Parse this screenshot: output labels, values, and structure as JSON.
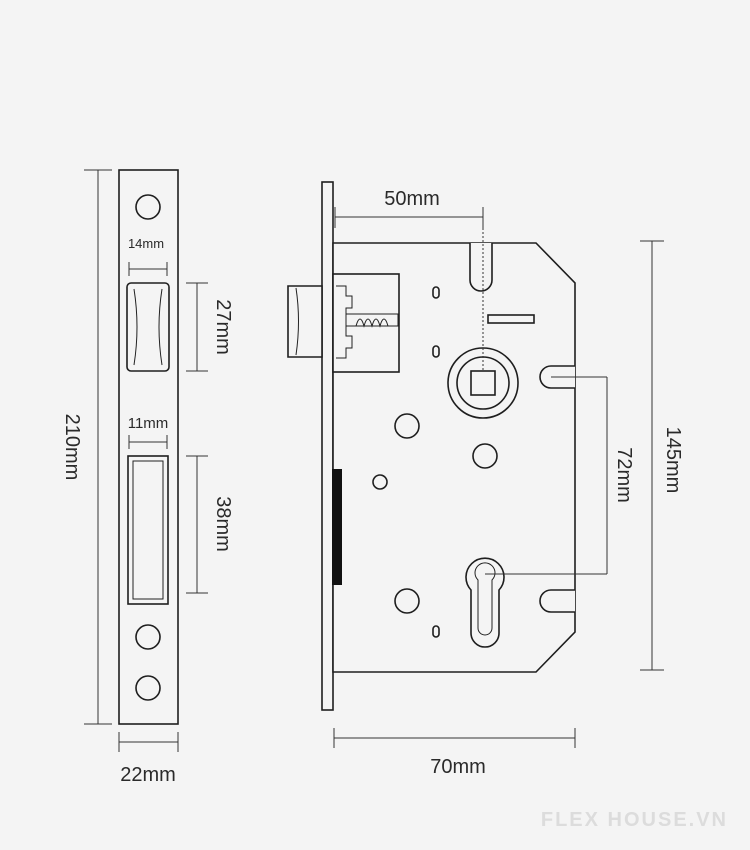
{
  "dimensions": {
    "faceplate_height": "210mm",
    "faceplate_width": "22mm",
    "latch_width": "14mm",
    "latch_height": "27mm",
    "bolt_width": "11mm",
    "bolt_height": "38mm",
    "backset": "50mm",
    "center_distance": "72mm",
    "case_height": "145mm",
    "case_width": "70mm"
  },
  "watermark": "FLEX HOUSE.VN",
  "colors": {
    "line": "#1e1e1e",
    "background": "#f4f4f4",
    "watermark": "#dcdcdc"
  }
}
